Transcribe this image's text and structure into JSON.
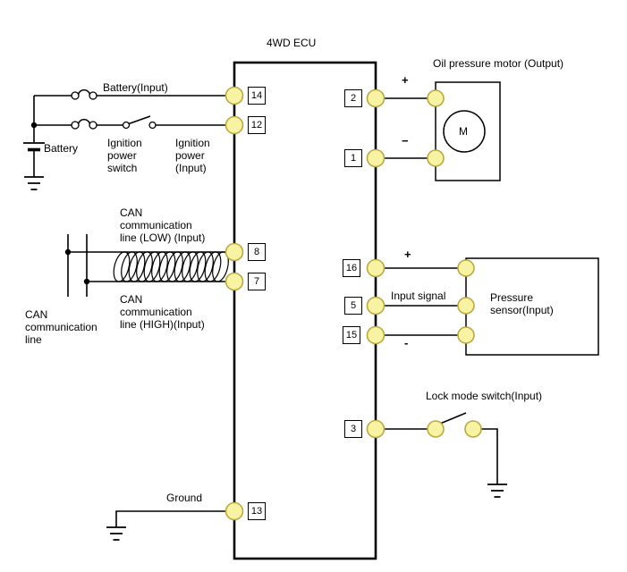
{
  "diagram": {
    "title": "4WD ECU",
    "ecu": {
      "left_pins": [
        "14",
        "12",
        "8",
        "7",
        "13"
      ],
      "right_pins": [
        "2",
        "1",
        "16",
        "5",
        "15",
        "3"
      ]
    },
    "battery_circuit": {
      "battery_input_label": "Battery(Input)",
      "battery_label": "Battery",
      "ignition_switch_label": "Ignition\npower\nswitch",
      "ignition_input_label": "Ignition\npower\n(Input)"
    },
    "can_circuit": {
      "low_label": "CAN\ncommunication\nline (LOW) (Input)",
      "high_label": "CAN\ncommunication\nline (HIGH)(Input)",
      "bus_label": "CAN\ncommunication\nline"
    },
    "motor_circuit": {
      "title": "Oil pressure motor (Output)",
      "symbol": "M",
      "plus": "+",
      "minus": "−"
    },
    "sensor_circuit": {
      "title": "Pressure\nsensor(Input)",
      "plus": "+",
      "signal_label": "Input signal",
      "minus": "-"
    },
    "lock_circuit": {
      "label": "Lock mode switch(Input)"
    },
    "ground_label": "Ground"
  },
  "colors": {
    "pin_fill": "#f8f3a2",
    "pin_stroke": "#b9a945",
    "wire": "#000000",
    "background": "#ffffff"
  }
}
